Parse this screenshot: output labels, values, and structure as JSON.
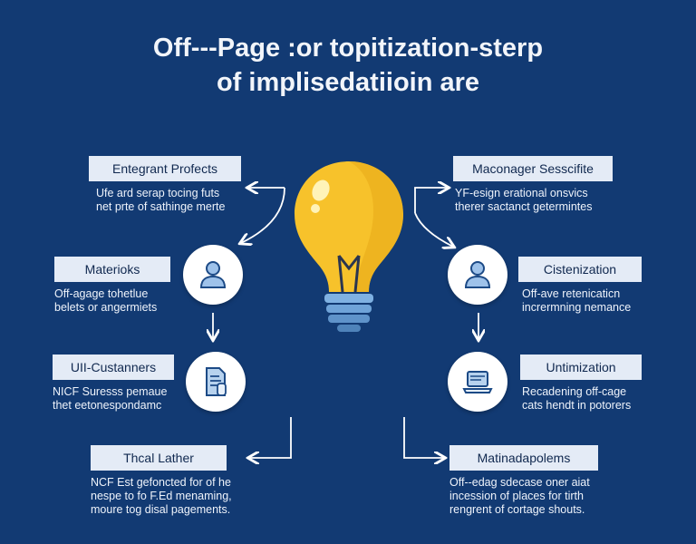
{
  "title": {
    "line1": "Off---Page :or topitization-sterp",
    "line2": "of implisedatiioin are"
  },
  "left": [
    {
      "label": "Entegrant Profects",
      "desc": [
        "Ufe ard serap tocing futs",
        "net prte of sathinge merte"
      ]
    },
    {
      "label": "Materioks",
      "desc": [
        "Off-agage tohetlue",
        "belets or angermiets"
      ]
    },
    {
      "label": "UII-Custanners",
      "desc": [
        "NICF Suresss pemaue",
        "thet eetonespondamc"
      ]
    },
    {
      "label": "Thcal Lather",
      "desc": [
        "NCF Est gefoncted for of he",
        "nespe to fo F.Ed menaming,",
        "moure tog disal pagements."
      ]
    }
  ],
  "right": [
    {
      "label": "Maconager Sesscifite",
      "desc": [
        "YF-esign erational onsvics",
        "therer sactanct getermintes"
      ]
    },
    {
      "label": "Cistenization",
      "desc": [
        "Off-ave retenicaticn",
        "incrermning  nemance"
      ]
    },
    {
      "label": "Untimization",
      "desc": [
        "Recadening off-cage",
        "cats hendt in potorers"
      ]
    },
    {
      "label": "Matinadapolems",
      "desc": [
        "Off--edag sdecase oner aiat",
        "incession of places for tirth",
        "rengrent of cortage shouts."
      ]
    }
  ],
  "icons": {
    "bulb": "lightbulb-icon",
    "user_left": "user-icon",
    "document": "document-icon",
    "user_right": "user-icon",
    "laptop": "laptop-icon"
  },
  "colors": {
    "background": "#123a73",
    "bulb": "#f7c22b",
    "bulb_base": "#6fa3d8",
    "label_box": "#e4ebf6",
    "icon_stroke": "#1c4a86"
  }
}
